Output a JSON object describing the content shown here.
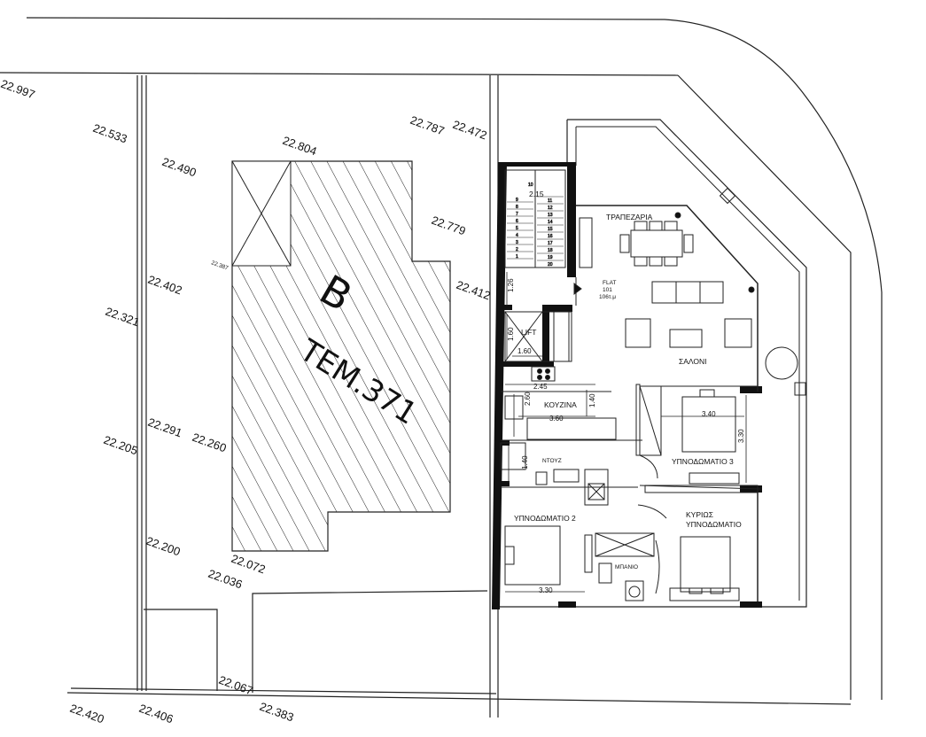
{
  "plot": {
    "letter": "B",
    "title": "ΤΕΜ.371"
  },
  "elevations": {
    "e1": "22.997",
    "e2": "22.533",
    "e3": "22.490",
    "e4": "22.804",
    "e5": "22.787",
    "e6": "22.472",
    "e7": "22.779",
    "e8": "22.387",
    "e9": "22.402",
    "e10": "22.412",
    "e11": "22.321",
    "e12": "22.291",
    "e13": "22.260",
    "e14": "22.205",
    "e15": "22.200",
    "e16": "22.072",
    "e17": "22.036",
    "e18": "22.067",
    "e19": "22.420",
    "e20": "22.406",
    "e21": "22.383"
  },
  "rooms": {
    "dining": "ΤΡΑΠΕΖΑΡΙΑ",
    "living": "ΣΑΛΟΝΙ",
    "kitchen": "ΚΟΥΖΙΝΑ",
    "shower": "ΝΤΟΥΖ",
    "bedroom2": "ΥΠΝΟΔΩΜΑΤΙΟ 2",
    "bedroom3": "ΥΠΝΟΔΩΜΑΤΙΟ 3",
    "master_l1": "ΚΥΡΙΩΣ",
    "master_l2": "ΥΠΝΟΔΩΜΑΤΙΟ",
    "bath": "ΜΠΑΝΙΟ",
    "lift": "LIFT"
  },
  "flat": {
    "l1": "FLAT",
    "l2": "101",
    "l3": "106τ.μ"
  },
  "dims": {
    "stair_w": "2.15",
    "d126": "1.26",
    "d160a": "1.60",
    "d160b": "1.60",
    "d245": "2.45",
    "d260": "2.60",
    "d360": "3.60",
    "d140a": "1.40",
    "d340": "3.40",
    "d330a": "3.30",
    "d140b": "1.40",
    "d330b": "3.30"
  },
  "stairs": {
    "s10": "10",
    "s11": "11",
    "s12": "12",
    "s13": "13",
    "s14": "14",
    "s15": "15",
    "s16": "16",
    "s17": "17",
    "s18": "18",
    "s19": "19",
    "s20": "20",
    "s1": "1",
    "s2": "2",
    "s3": "3",
    "s4": "4",
    "s5": "5",
    "s6": "6",
    "s7": "7",
    "s8": "8",
    "s9": "9"
  }
}
